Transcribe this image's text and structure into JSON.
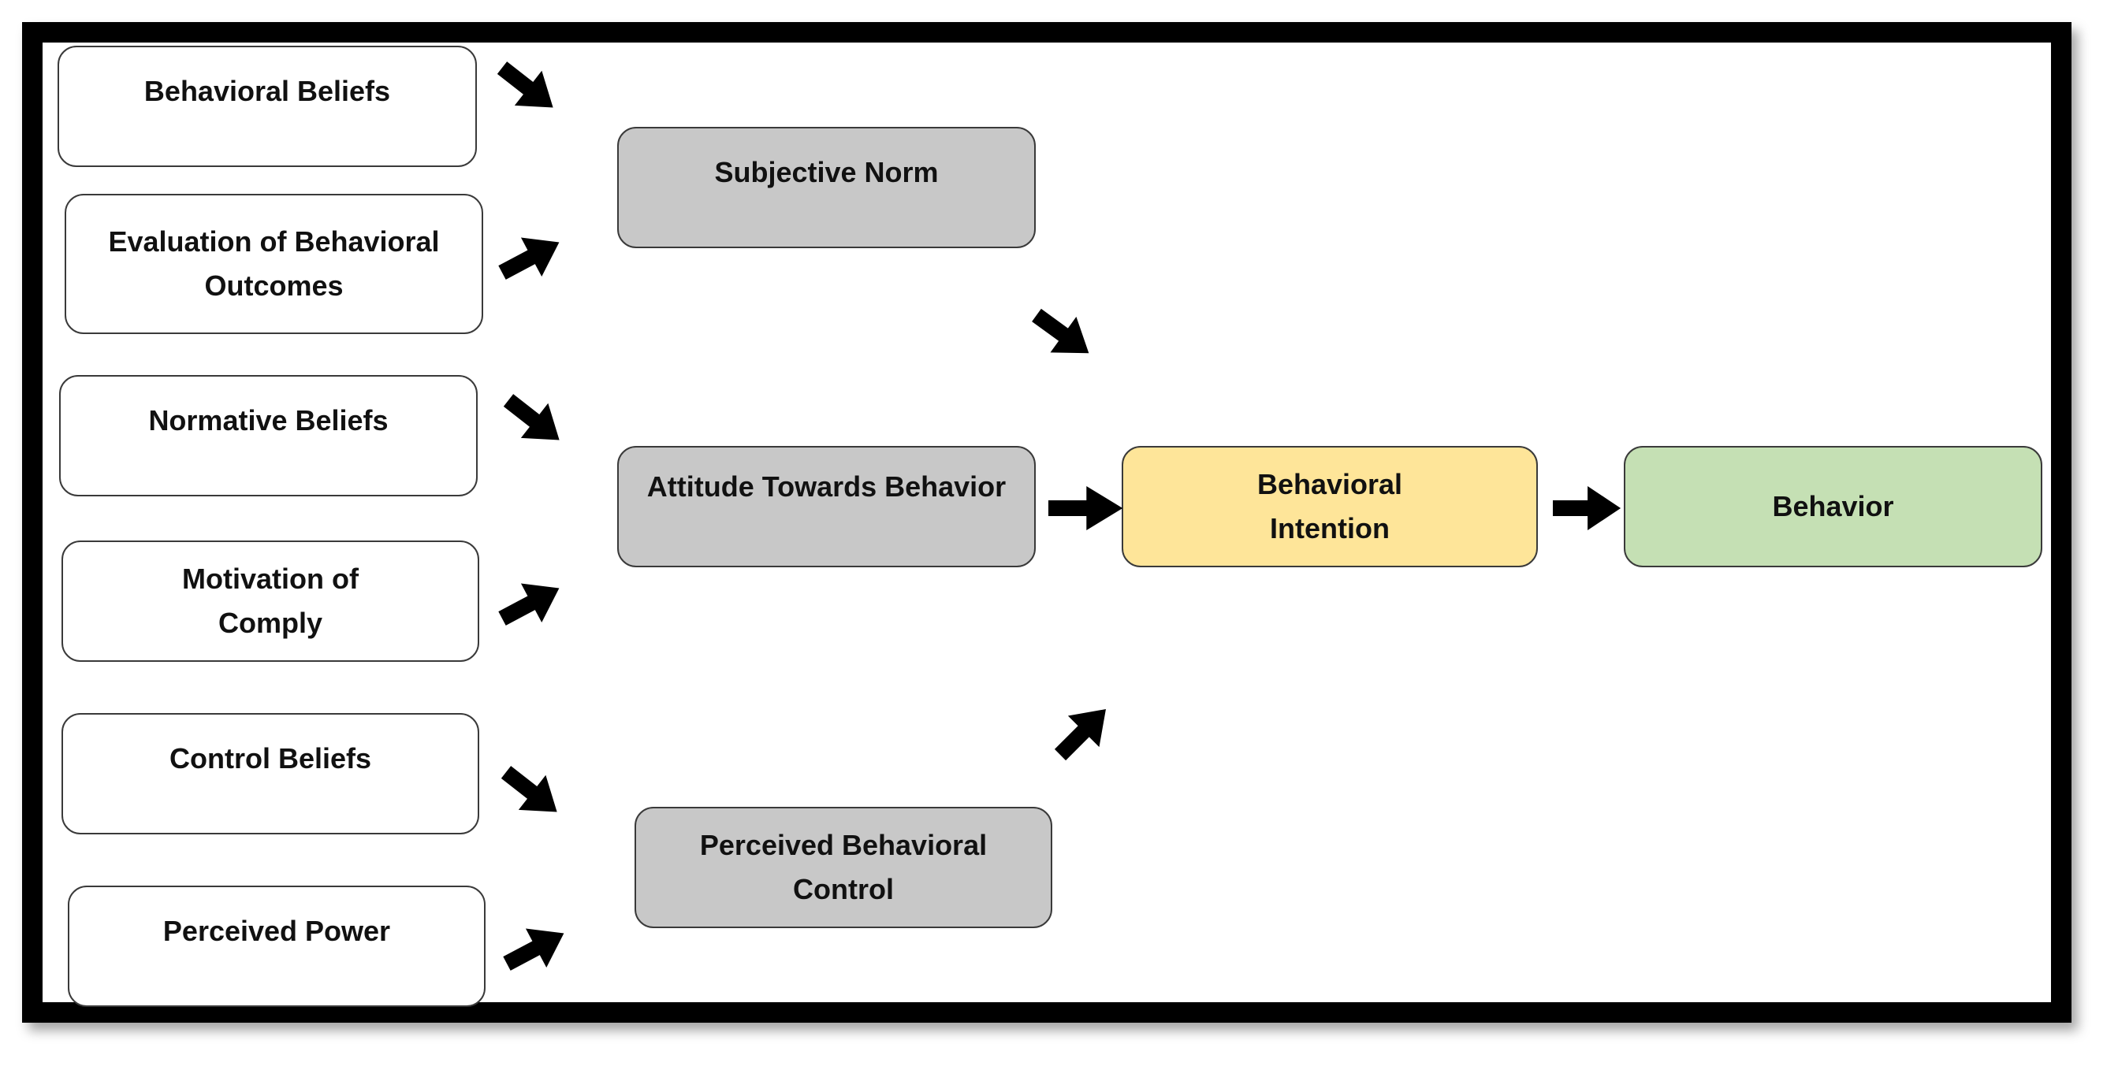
{
  "colors": {
    "input_box": "#ffffff",
    "construct_box": "#c8c8c8",
    "intention_box": "#fee599",
    "behavior_box": "#c5e0b4",
    "arrow": "#000000"
  },
  "nodes": {
    "behavioral_beliefs": "Behavioral Beliefs",
    "evaluation_of_behavioral_outcomes": "Evaluation of Behavioral\nOutcomes",
    "normative_beliefs": "Normative  Beliefs",
    "motivation_of_comply": "Motivation of\nComply",
    "control_beliefs": "Control Beliefs",
    "perceived_power": "Perceived Power",
    "subjective_norm": "Subjective Norm",
    "attitude_towards_behavior": "Attitude Towards Behavior",
    "perceived_behavioral_control": "Perceived Behavioral\nControl",
    "behavioral_intention": "Behavioral\nIntention",
    "behavior": "Behavior"
  },
  "edges": [
    {
      "from": "behavioral_beliefs",
      "to": "subjective_norm"
    },
    {
      "from": "evaluation_of_behavioral_outcomes",
      "to": "subjective_norm"
    },
    {
      "from": "normative_beliefs",
      "to": "attitude_towards_behavior"
    },
    {
      "from": "motivation_of_comply",
      "to": "attitude_towards_behavior"
    },
    {
      "from": "control_beliefs",
      "to": "perceived_behavioral_control"
    },
    {
      "from": "perceived_power",
      "to": "perceived_behavioral_control"
    },
    {
      "from": "subjective_norm",
      "to": "behavioral_intention"
    },
    {
      "from": "attitude_towards_behavior",
      "to": "behavioral_intention"
    },
    {
      "from": "perceived_behavioral_control",
      "to": "behavioral_intention"
    },
    {
      "from": "behavioral_intention",
      "to": "behavior"
    }
  ]
}
